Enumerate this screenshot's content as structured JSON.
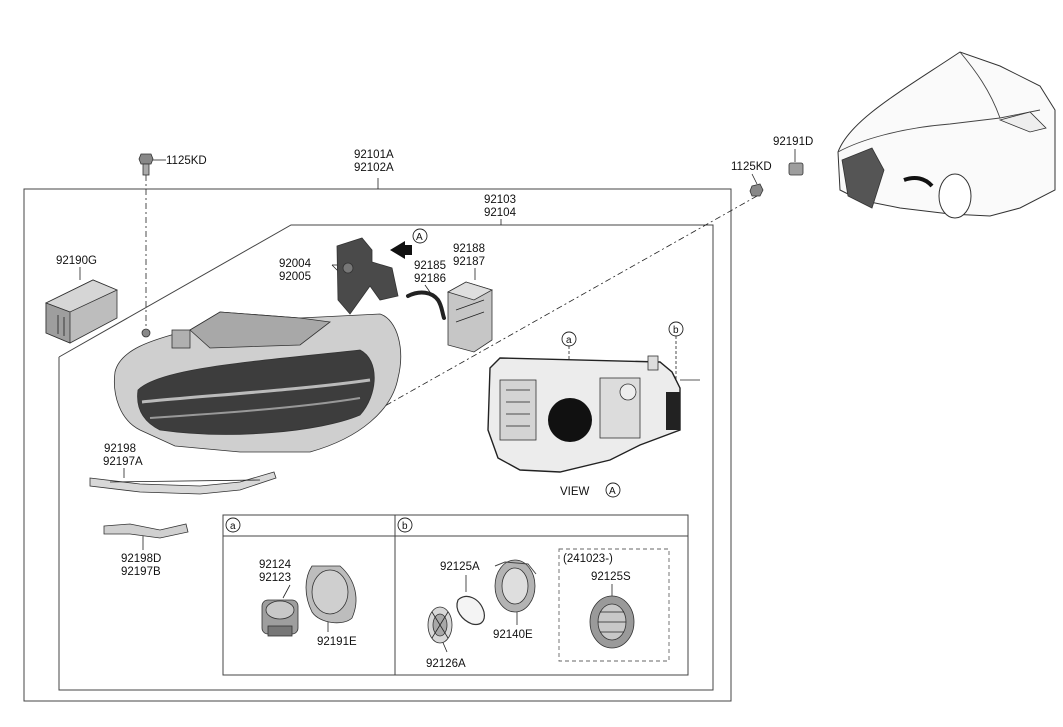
{
  "labels": {
    "bolt_top": "1125KD",
    "assembly_1": "92101A",
    "assembly_2": "92102A",
    "inner_1": "92103",
    "inner_2": "92104",
    "bracket_1": "92004",
    "bracket_2": "92005",
    "hose_1": "92185",
    "hose_2": "92186",
    "module_1": "92188",
    "module_2": "92187",
    "ballast": "92190G",
    "trim_1": "92198",
    "trim_2": "92197A",
    "trim_3": "92198D",
    "trim_4": "92197B",
    "cap_top": "92191D",
    "bolt_right": "1125KD",
    "view_text": "VIEW",
    "callout_a": "A",
    "callout_a_view": "A",
    "marker_a": "a",
    "marker_b": "b",
    "panel_a_marker": "a",
    "panel_b_marker": "b",
    "motor_1": "92124",
    "motor_2": "92123",
    "cover_a": "92191E",
    "gasket": "92125A",
    "ring": "92140E",
    "cap": "92126A",
    "date_code": "(241023-)",
    "socket": "92125S"
  }
}
